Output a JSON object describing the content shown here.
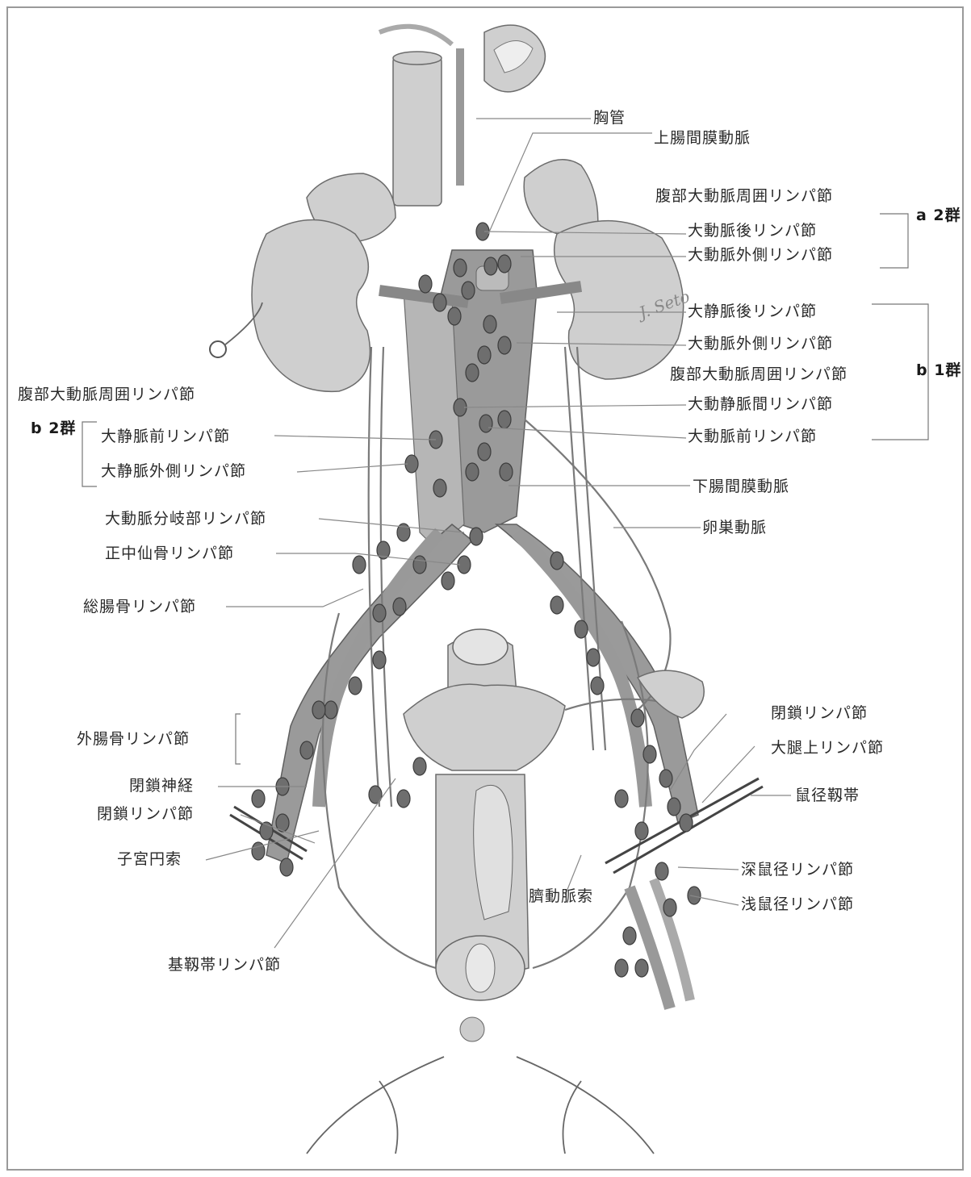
{
  "labels": {
    "thoracic_duct": "胸管",
    "sup_mesenteric_artery": "上腸間膜動脈",
    "paraaortic_a2_header": "腹部大動脈周囲リンパ節",
    "retroaortic": "大動脈後リンパ節",
    "lateroaortic_a2": "大動脈外側リンパ節",
    "group_a2": "a 2群",
    "retrocaval": "大静脈後リンパ節",
    "lateroaortic_b1": "大動脈外側リンパ節",
    "group_b1": "b 1群",
    "paraaortic_b1_header": "腹部大動脈周囲リンパ節",
    "interaortocaval": "大動静脈間リンパ節",
    "preaortic": "大動脈前リンパ節",
    "paraaortic_b2_header": "腹部大動脈周囲リンパ節",
    "group_b2": "b 2群",
    "precaval": "大静脈前リンパ節",
    "laterocaval": "大静脈外側リンパ節",
    "inf_mesenteric_artery": "下腸間膜動脈",
    "ovarian_artery": "卵巣動脈",
    "aortic_bifurcation": "大動脈分岐部リンパ節",
    "median_sacral": "正中仙骨リンパ節",
    "common_iliac": "総腸骨リンパ節",
    "external_iliac": "外腸骨リンパ節",
    "obturator_nerve": "閉鎖神経",
    "obturator_node_left": "閉鎖リンパ節",
    "round_ligament": "子宮円索",
    "parametrial": "基靱帯リンパ節",
    "obturator_node_right": "閉鎖リンパ節",
    "suprainguinal": "大腿上リンパ節",
    "inguinal_ligament": "鼠径靱帯",
    "deep_inguinal": "深鼠径リンパ節",
    "umbilical_artery_cord": "臍動脈索",
    "superficial_inguinal": "浅鼠径リンパ節"
  },
  "signature": "J. Seto"
}
